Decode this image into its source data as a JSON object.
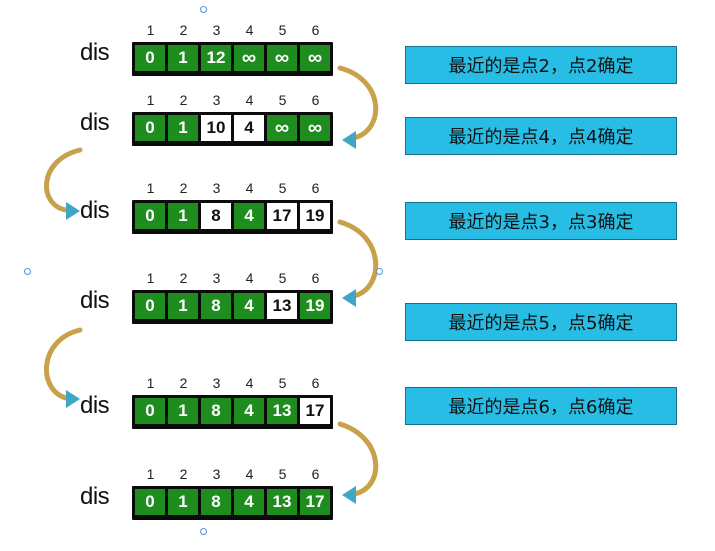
{
  "indices": [
    "1",
    "2",
    "3",
    "4",
    "5",
    "6"
  ],
  "label": "dis",
  "rows": [
    {
      "cells": [
        {
          "v": "0",
          "w": false
        },
        {
          "v": "1",
          "w": false
        },
        {
          "v": "12",
          "w": false
        },
        {
          "v": "∞",
          "w": false
        },
        {
          "v": "∞",
          "w": false
        },
        {
          "v": "∞",
          "w": false
        }
      ]
    },
    {
      "cells": [
        {
          "v": "0",
          "w": false
        },
        {
          "v": "1",
          "w": false
        },
        {
          "v": "10",
          "w": true
        },
        {
          "v": "4",
          "w": true
        },
        {
          "v": "∞",
          "w": false
        },
        {
          "v": "∞",
          "w": false
        }
      ]
    },
    {
      "cells": [
        {
          "v": "0",
          "w": false
        },
        {
          "v": "1",
          "w": false
        },
        {
          "v": "8",
          "w": true
        },
        {
          "v": "4",
          "w": false
        },
        {
          "v": "17",
          "w": true
        },
        {
          "v": "19",
          "w": true
        }
      ]
    },
    {
      "cells": [
        {
          "v": "0",
          "w": false
        },
        {
          "v": "1",
          "w": false
        },
        {
          "v": "8",
          "w": false
        },
        {
          "v": "4",
          "w": false
        },
        {
          "v": "13",
          "w": true
        },
        {
          "v": "19",
          "w": false
        }
      ]
    },
    {
      "cells": [
        {
          "v": "0",
          "w": false
        },
        {
          "v": "1",
          "w": false
        },
        {
          "v": "8",
          "w": false
        },
        {
          "v": "4",
          "w": false
        },
        {
          "v": "13",
          "w": false
        },
        {
          "v": "17",
          "w": true
        }
      ]
    },
    {
      "cells": [
        {
          "v": "0",
          "w": false
        },
        {
          "v": "1",
          "w": false
        },
        {
          "v": "8",
          "w": false
        },
        {
          "v": "4",
          "w": false
        },
        {
          "v": "13",
          "w": false
        },
        {
          "v": "17",
          "w": false
        }
      ]
    }
  ],
  "notes": [
    "最近的是点2，点2确定",
    "最近的是点4，点4确定",
    "最近的是点3，点3确定",
    "最近的是点5，点5确定",
    "最近的是点6，点6确定"
  ],
  "colors": {
    "cell_green": "#1e8c1e",
    "note_blue": "#27bde4",
    "arrow": "#c8a24a",
    "arrow_head": "#3fa7c4"
  }
}
